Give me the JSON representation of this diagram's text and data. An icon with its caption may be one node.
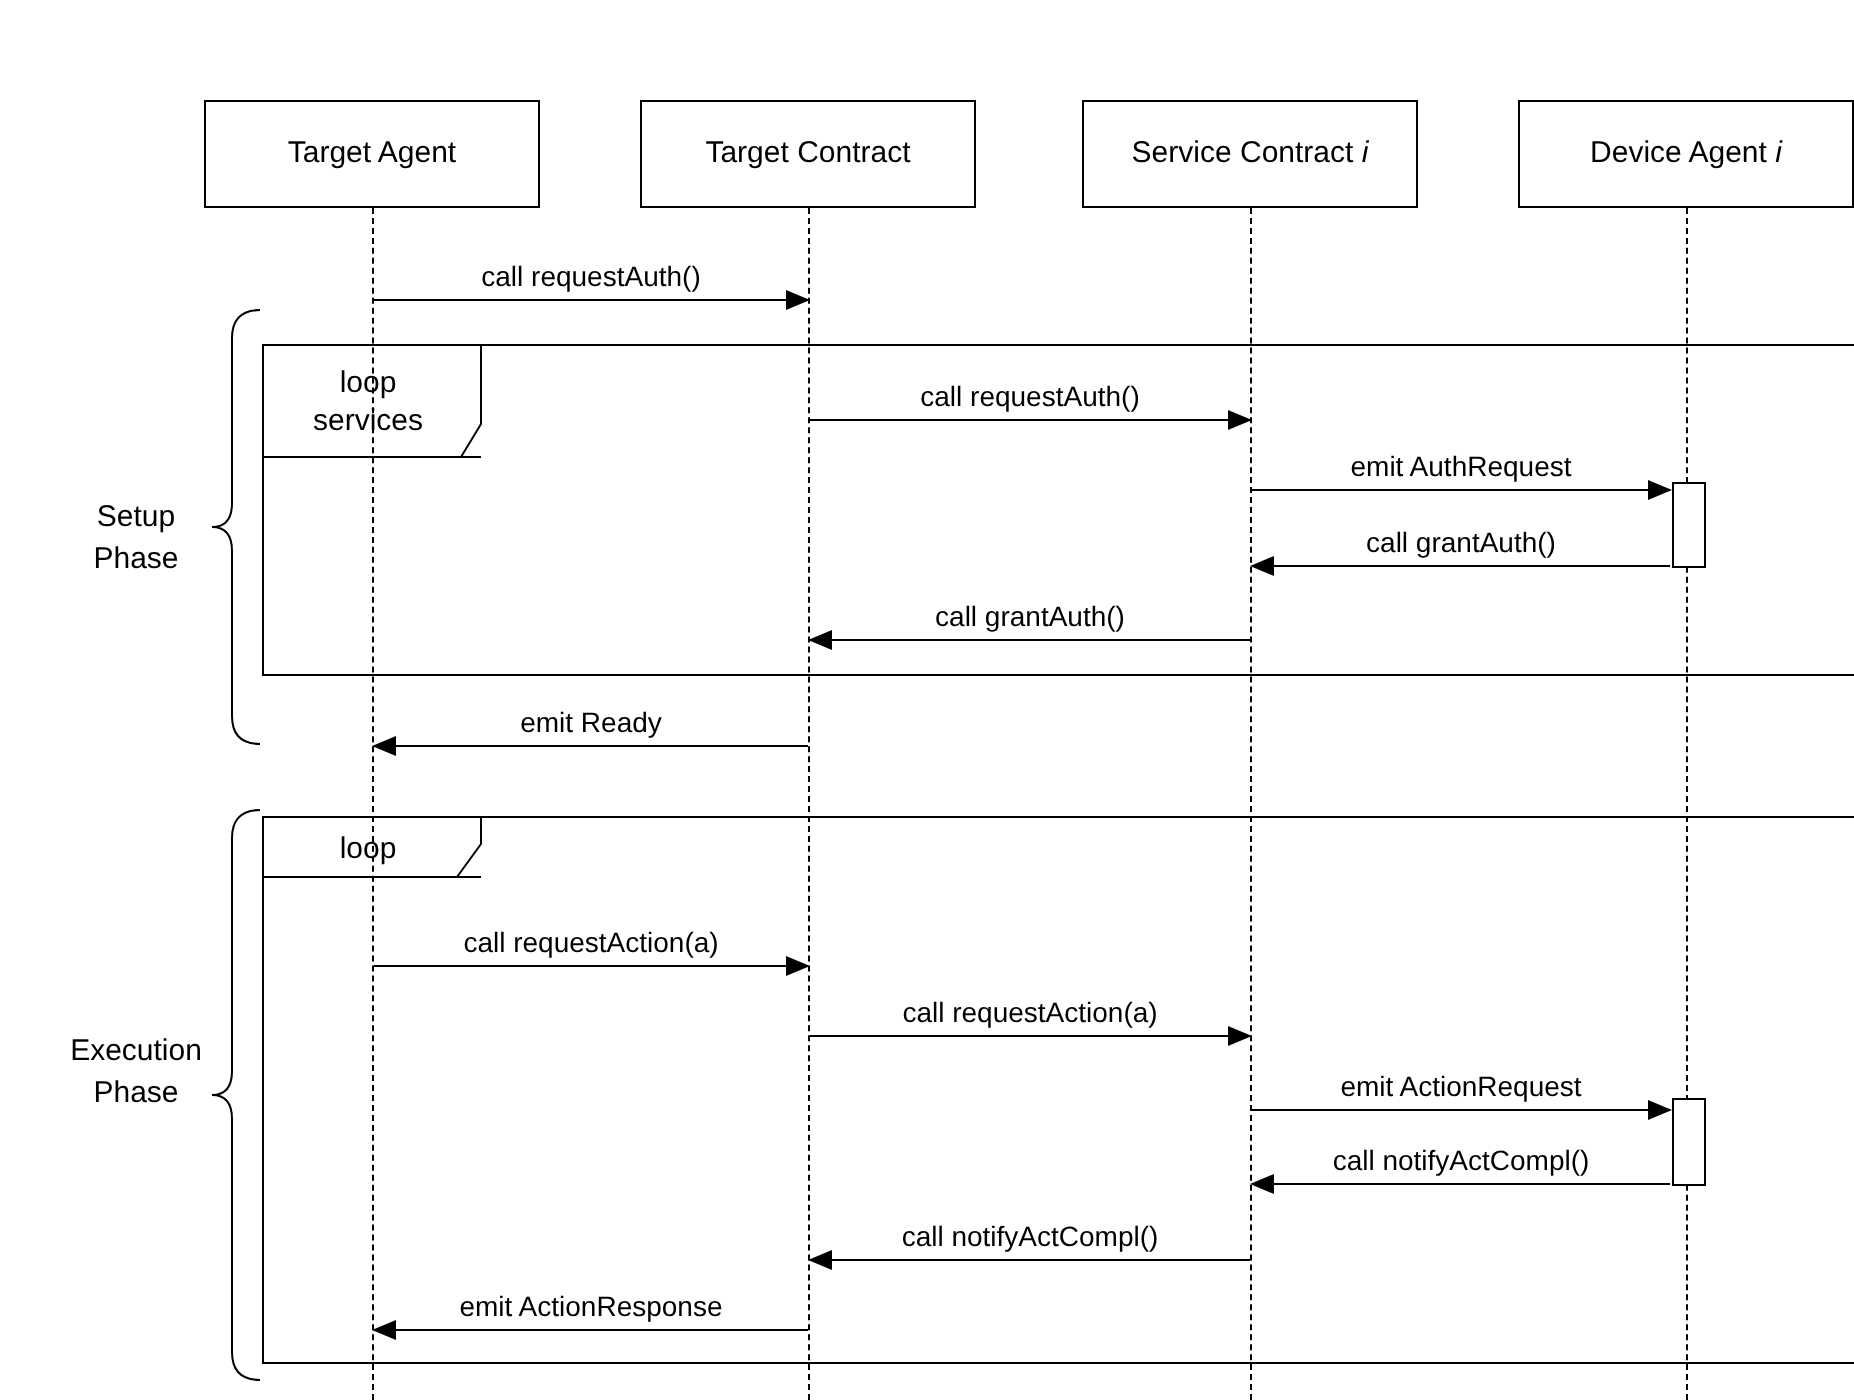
{
  "diagram": {
    "nodes": [
      {
        "text": [
          "Target Agent"
        ]
      },
      {
        "text": [
          "Target Contract"
        ]
      },
      {
        "text": [
          "Service Contract *i*"
        ]
      },
      {
        "text": [
          "Device Agent *i*"
        ]
      },
      {
        "text": [],
        "shape": "line"
      },
      {
        "text": [],
        "shape": "line"
      },
      {
        "text": [],
        "shape": "line"
      },
      {
        "text": [],
        "shape": "line"
      },
      {
        "text": [
          "loop services"
        ]
      },
      {
        "text": [],
        "shape": "bar",
        "in": 8
      },
      {
        "text": [
          "loop"
        ]
      },
      {
        "text": [],
        "shape": "bar",
        "in": 10
      }
    ],
    "edges": [
      {
        "from": 4,
        "to": 5,
        "arrow": "to",
        "label": "call requestAuth()"
      },
      {
        "from": 5,
        "to": 6,
        "arrow": "to",
        "label": "call requestAuth()"
      },
      {
        "from": 6,
        "to": 9,
        "arrow": "to",
        "label": "emit AuthRequest"
      },
      {
        "from": 9,
        "to": 6,
        "arrow": "to",
        "label": "call grantAuth()"
      },
      {
        "from": 6,
        "to": 5,
        "arrow": "to",
        "label": "call grantAuth()"
      },
      {
        "from": 5,
        "to": 4,
        "arrow": "to",
        "label": "emit Ready"
      },
      {
        "from": 4,
        "to": 5,
        "arrow": "to",
        "label": "call requestAction(a)"
      },
      {
        "from": 5,
        "to": 6,
        "arrow": "to",
        "label": "call requestAction(a)"
      },
      {
        "from": 6,
        "to": 11,
        "arrow": "to",
        "label": "emit ActionRequest"
      },
      {
        "from": 11,
        "to": 6,
        "arrow": "to",
        "label": "call notifyActCompl()"
      },
      {
        "from": 6,
        "to": 5,
        "arrow": "to",
        "label": "call notifyActCompl()"
      },
      {
        "from": 5,
        "to": 4,
        "arrow": "to",
        "label": "emit ActionResponse"
      }
    ],
    "labels": [
      "Setup Phase",
      "Execution Phase"
    ]
  }
}
